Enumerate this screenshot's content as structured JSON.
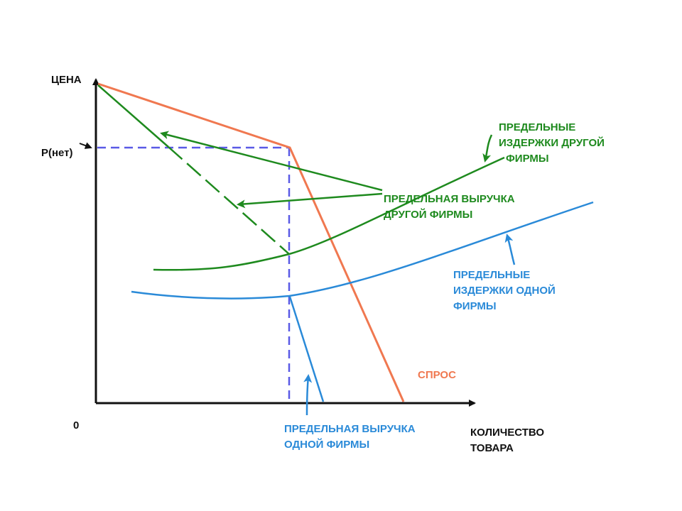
{
  "axes": {
    "y_label": "ЦЕНА",
    "x_label_line1": "КОЛИЧЕСТВО",
    "x_label_line2": "ТОВАРА",
    "origin": "0",
    "p_label": "Р(нет)"
  },
  "labels": {
    "mc_other_line1": "ПРЕДЕЛЬНЫЕ",
    "mc_other_line2": "ИЗДЕРЖКИ ДРУГОЙ",
    "mc_other_line3": "ФИРМЫ",
    "mr_other_line1": "ПРЕДЕЛЬНАЯ ВЫРУЧКА",
    "mr_other_line2": "ДРУГОЙ ФИРМЫ",
    "mc_one_line1": "ПРЕДЕЛЬНЫЕ",
    "mc_one_line2": "ИЗДЕРЖКИ ОДНОЙ",
    "mc_one_line3": "ФИРМЫ",
    "mr_one_line1": "ПРЕДЕЛЬНАЯ ВЫРУЧКА",
    "mr_one_line2": "ОДНОЙ ФИРМЫ",
    "demand": "СПРОС"
  },
  "colors": {
    "axis": "#111111",
    "green": "#1e8a1e",
    "blue": "#2a8ad8",
    "orange": "#f07850",
    "guide": "#5a5ae6"
  }
}
